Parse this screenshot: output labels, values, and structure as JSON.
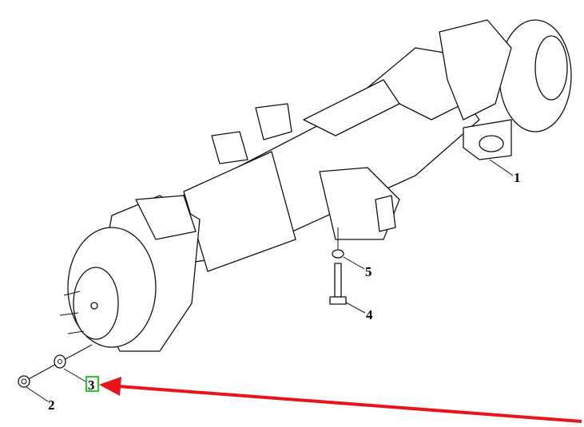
{
  "diagram": {
    "callouts": [
      {
        "id": "1",
        "label": "1"
      },
      {
        "id": "2",
        "label": "2"
      },
      {
        "id": "3",
        "label": "3",
        "highlighted": true
      },
      {
        "id": "4",
        "label": "4"
      },
      {
        "id": "5",
        "label": "5"
      }
    ],
    "highlight_color": "#22cc22",
    "arrow_color": "#e8141a"
  }
}
